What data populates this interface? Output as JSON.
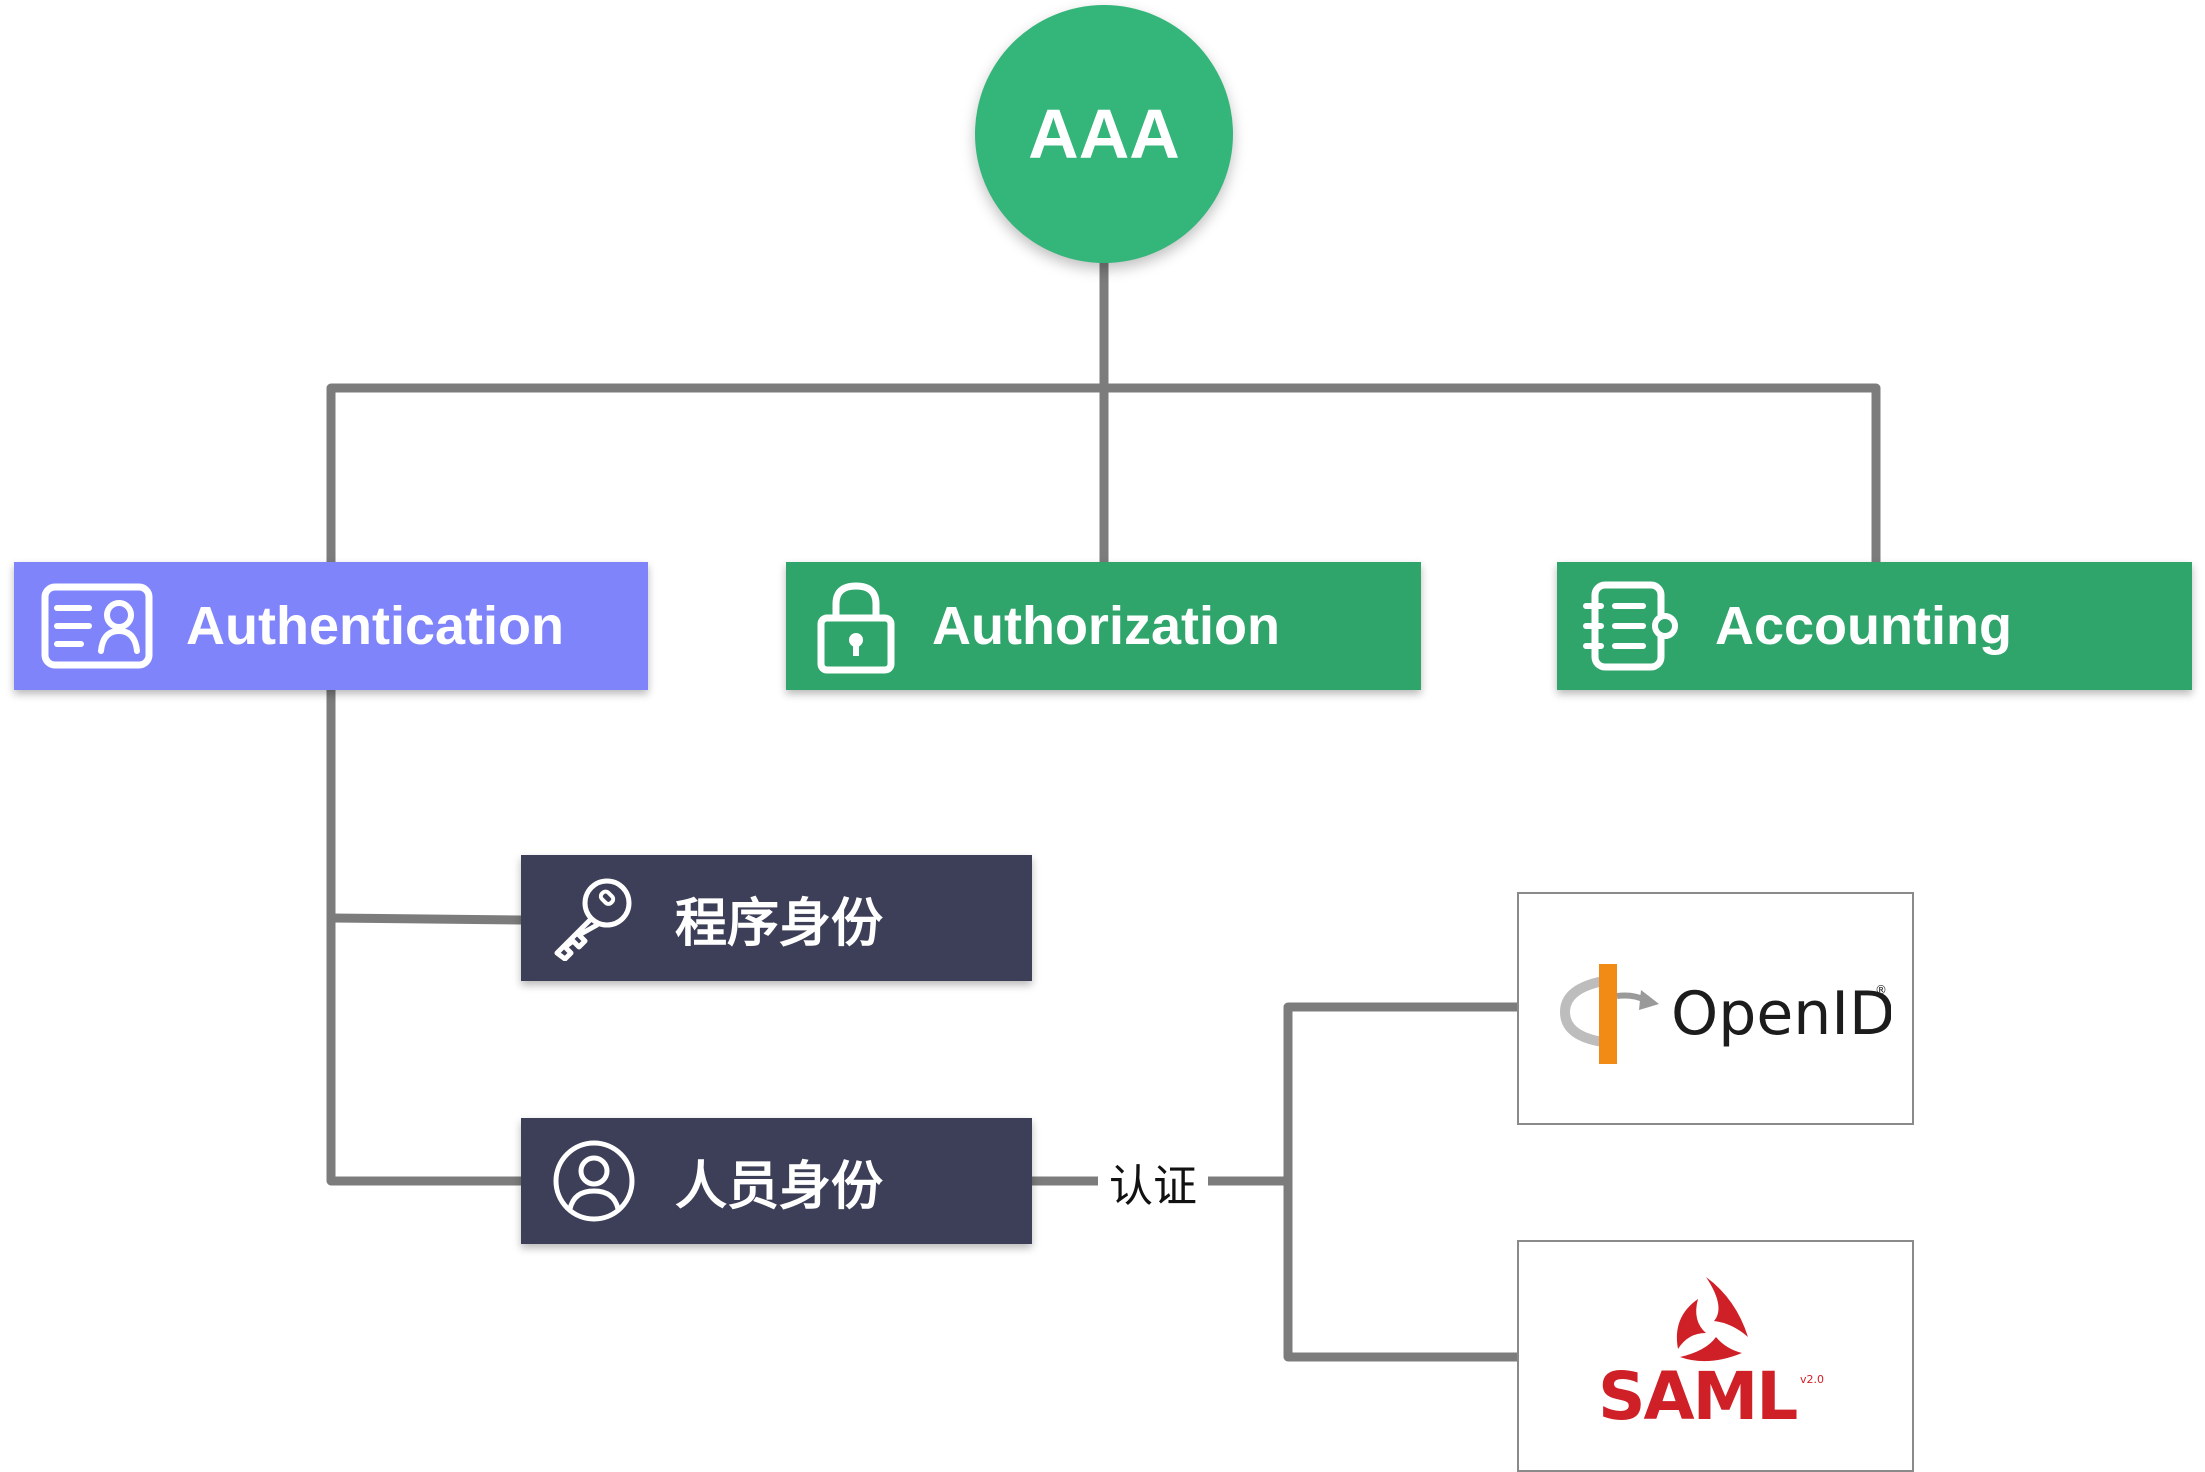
{
  "root": {
    "label": "AAA"
  },
  "categories": [
    {
      "label": "Authentication",
      "icon": "id-card-icon",
      "color": "#7f84fb"
    },
    {
      "label": "Authorization",
      "icon": "padlock-icon",
      "color": "#2fa56b"
    },
    {
      "label": "Accounting",
      "icon": "ledger-notebook-icon",
      "color": "#2fa56b"
    }
  ],
  "identity_types": [
    {
      "label": "程序身份",
      "icon": "key-icon"
    },
    {
      "label": "人员身份",
      "icon": "person-circle-icon"
    }
  ],
  "edge_label": "认证",
  "logos": {
    "openid": {
      "text": "OpenID",
      "mark": "®"
    },
    "saml": {
      "text": "SAML",
      "version": "v2.0"
    }
  },
  "colors": {
    "root": "#34b57a",
    "authentication": "#7f84fb",
    "green_box": "#2fa56b",
    "dark_box": "#3d3e57",
    "connector": "#7c7c7c"
  }
}
